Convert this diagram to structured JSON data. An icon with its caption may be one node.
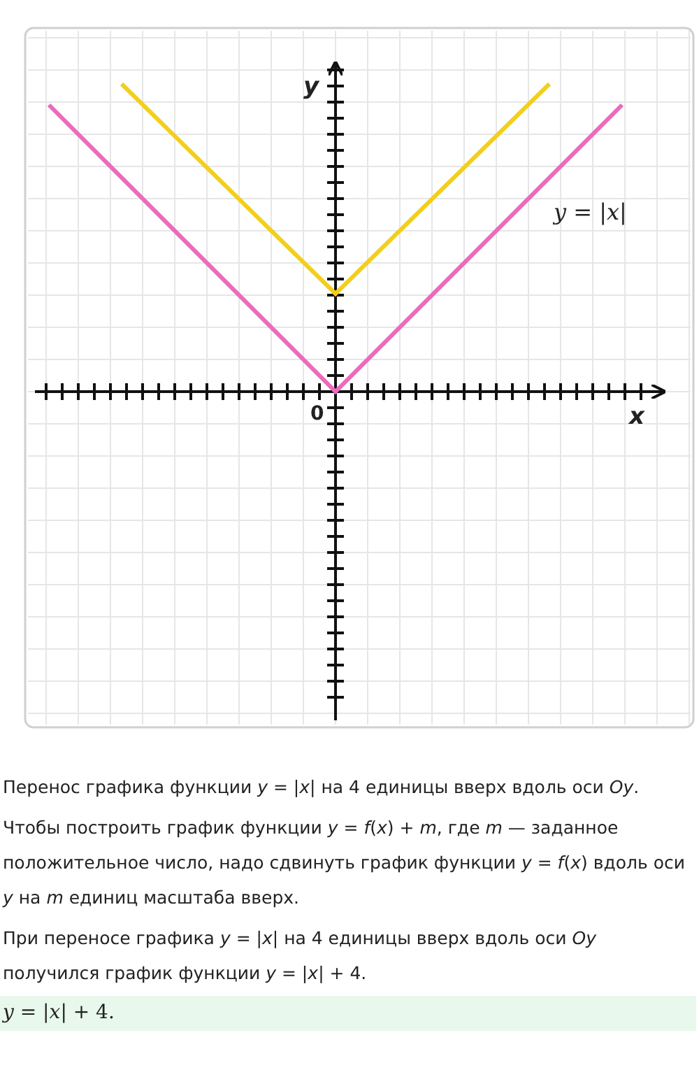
{
  "diagram": {
    "labels": [
      "*y*",
      "*x*",
      "0",
      "*y* = |*x*|",
      "Перенос графика функции *y* = |*x*| на 4 единицы вверх вдоль оси *Oy*.",
      "Чтобы построить график функции *y* = *f*(*x*) + *m*, где *m* — заданное положительное число, надо сдвинуть график функции *y* = *f*(*x*) вдоль оси *y* на *m* единиц масштаба вверх.",
      "При переносе графика *y* = |*x*| на 4 единицы вверх вдоль оси *Oy* получился график функции *y* = |*x*| + 4.",
      "*y* = |*x*| + 4."
    ]
  }
}
